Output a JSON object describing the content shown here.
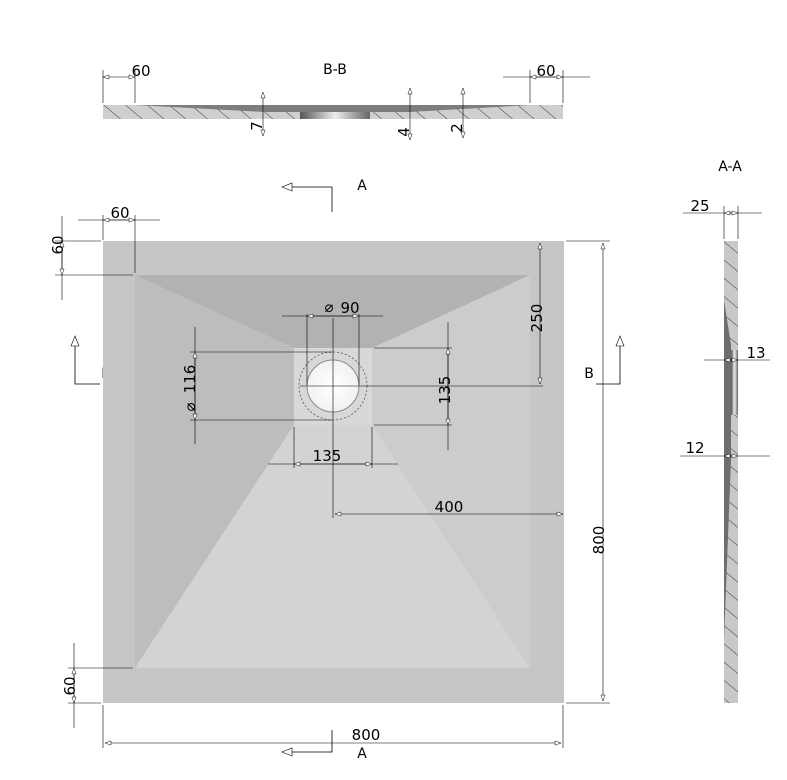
{
  "section_bb": {
    "title": "B-B",
    "dim_left": "60",
    "dim_right": "60",
    "dim_7": "7",
    "dim_4": "4",
    "dim_2": "2"
  },
  "section_aa": {
    "title": "A-A",
    "dim_25": "25",
    "dim_13": "13",
    "dim_12": "12"
  },
  "plan": {
    "dim_top_60": "60",
    "dim_left_60": "60",
    "dim_bottom_60": "60",
    "dim_drain_90": "90",
    "dim_drain_116": "116",
    "dim_square_h_135": "135",
    "dim_square_v_135": "135",
    "dim_250": "250",
    "dim_400": "400",
    "dim_width_800": "800",
    "dim_height_800": "800",
    "section_marker_a": "A",
    "section_marker_b": "B",
    "diameter_symbol": "⌀"
  },
  "colors": {
    "border": "#c6c6c6",
    "face_top": "#b2b2b2",
    "face_left": "#bdbdbd",
    "face_right": "#cccccc",
    "face_bottom": "#d3d3d3",
    "drain_square": "#d8d8d8",
    "section_fill": "#c8c8c8"
  }
}
